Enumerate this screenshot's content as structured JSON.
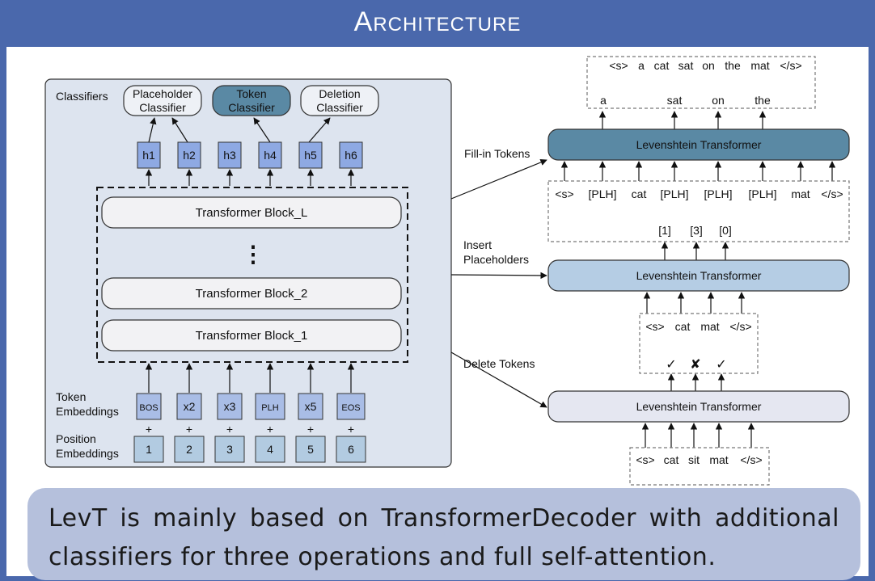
{
  "title": "Architecture",
  "left": {
    "classifiers_label": "Classifiers",
    "classifiers": [
      {
        "line1": "Placeholder",
        "line2": "Classifier"
      },
      {
        "line1": "Token",
        "line2": "Classifier"
      },
      {
        "line1": "Deletion",
        "line2": "Classifier"
      }
    ],
    "hidden": [
      "h1",
      "h2",
      "h3",
      "h4",
      "h5",
      "h6"
    ],
    "blocks": [
      "Transformer Block_L",
      "⋮",
      "Transformer Block_2",
      "Transformer Block_1"
    ],
    "token_emb_label": [
      "Token",
      "Embeddings"
    ],
    "tokens": [
      "BOS",
      "x2",
      "x3",
      "PLH",
      "x5",
      "EOS"
    ],
    "plus": "+",
    "pos_emb_label": [
      "Position",
      "Embeddings"
    ],
    "positions": [
      "1",
      "2",
      "3",
      "4",
      "5",
      "6"
    ]
  },
  "right": {
    "output": [
      "<s>",
      "a",
      "cat",
      "sat",
      "on",
      "the",
      "mat",
      "</s>"
    ],
    "filled": [
      "a",
      "sat",
      "on",
      "the"
    ],
    "model": "Levenshtein Transformer",
    "fill_label": "Fill-in Tokens",
    "plh_seq": [
      "<s>",
      "[PLH]",
      "cat",
      "[PLH]",
      "[PLH]",
      "[PLH]",
      "mat",
      "</s>"
    ],
    "counts": [
      "[1]",
      "[3]",
      "[0]"
    ],
    "insert_label": [
      "Insert",
      "Placeholders"
    ],
    "del_seq": [
      "<s>",
      "cat",
      "mat",
      "</s>"
    ],
    "marks": [
      "✓",
      "✘",
      "✓"
    ],
    "delete_label": "Delete Tokens",
    "input_seq": [
      "<s>",
      "cat",
      "sit",
      "mat",
      "</s>"
    ]
  },
  "caption": "LevT is mainly based on TransformerDecoder with additional classifiers for three operations and full self-attention.",
  "colors": {
    "header": "#4a68ac",
    "left_panel": "#dde4ef",
    "hidden_box": "#8ea9e3",
    "token_box": "#a9bde6",
    "pos_box": "#b2cbe1",
    "lt_dark": "#5a89a4",
    "lt_mid": "#b5cde4",
    "lt_light": "#e5e7f1",
    "caption_bg": "#b5c0dc"
  }
}
